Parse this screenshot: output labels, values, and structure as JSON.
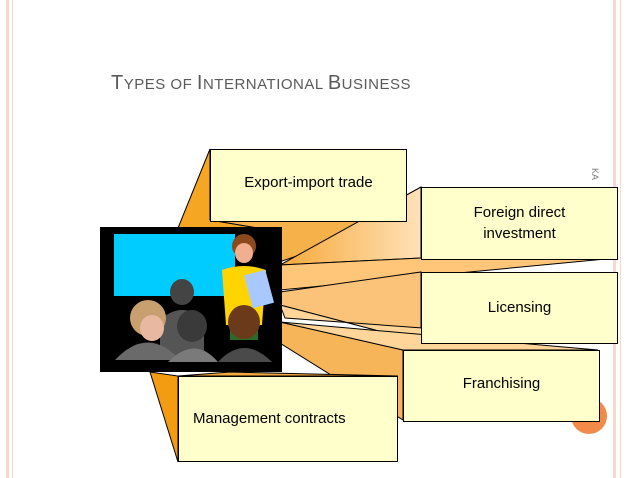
{
  "slide": {
    "title_parts": [
      {
        "cap": "T",
        "rest": "YPES OF "
      },
      {
        "cap": "I",
        "rest": "NTERNATIONAL "
      },
      {
        "cap": "B",
        "rest": "USINESS"
      }
    ],
    "side_text": "KA",
    "boxes": {
      "export": "Export-import trade",
      "fdi": "Foreign direct\ninvestment",
      "licensing": "Licensing",
      "franchising": "Franchising",
      "management": "Management contracts"
    }
  },
  "colors": {
    "stripe_left": "#f6d9cc",
    "stripe_right": "#f6d9cc",
    "beam_orange": "#f5a623",
    "box_fill": "#ffffcc",
    "screen_cyan": "#00ccff",
    "accent_circle": "#f28a4a"
  },
  "icons": {
    "presentation": "presenter-with-audience-clipart"
  }
}
